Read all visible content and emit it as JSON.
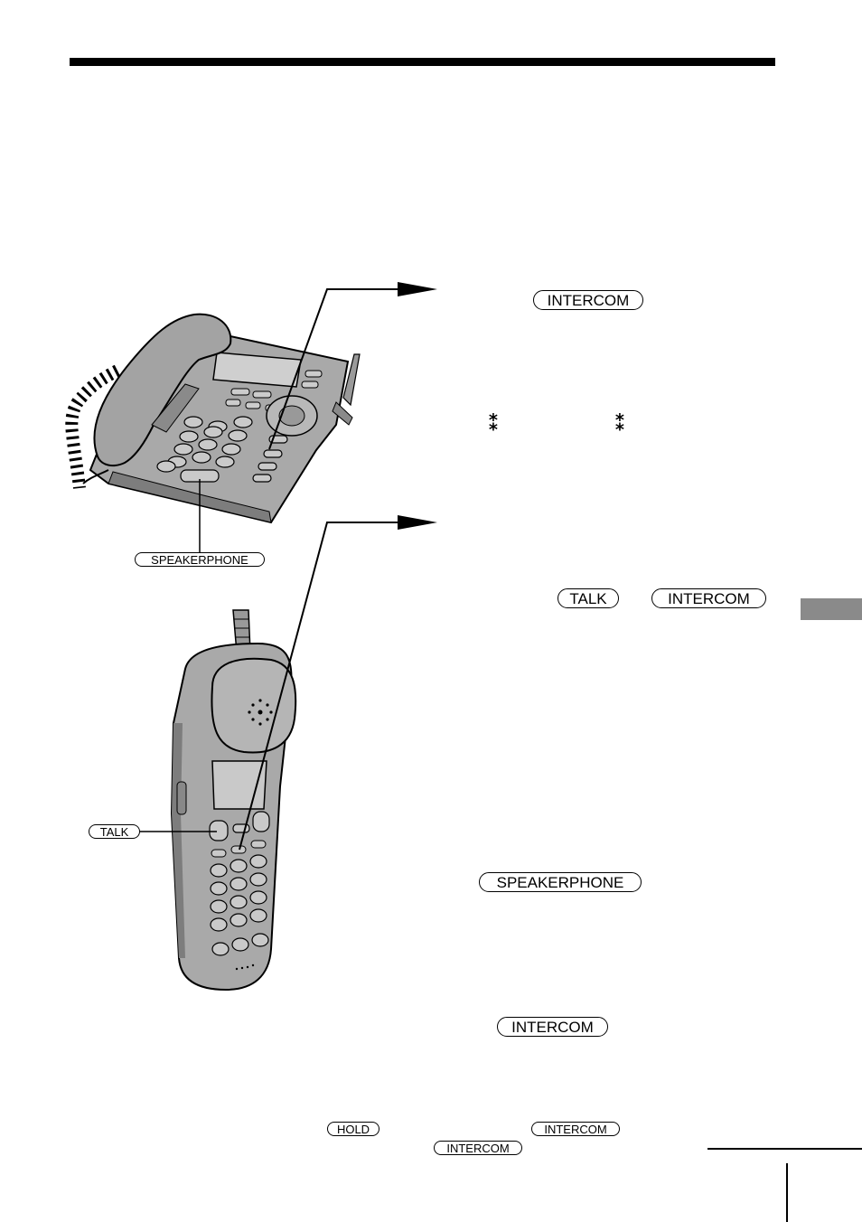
{
  "labels": {
    "intercom_1": "INTERCOM",
    "stars_left": "⁑",
    "stars_right": "⁑",
    "talk_inline": "TALK",
    "intercom_2": "INTERCOM",
    "speakerphone_inline": "SPEAKERPHONE",
    "intercom_3": "INTERCOM",
    "hold": "HOLD",
    "intercom_4": "INTERCOM",
    "intercom_5": "INTERCOM"
  },
  "callouts": {
    "speakerphone": "SPEAKERPHONE",
    "talk": "TALK"
  },
  "colors": {
    "side_tab": "#8a8a8a",
    "device_body": "#a9a9a9",
    "device_dark": "#7d7d7d"
  }
}
